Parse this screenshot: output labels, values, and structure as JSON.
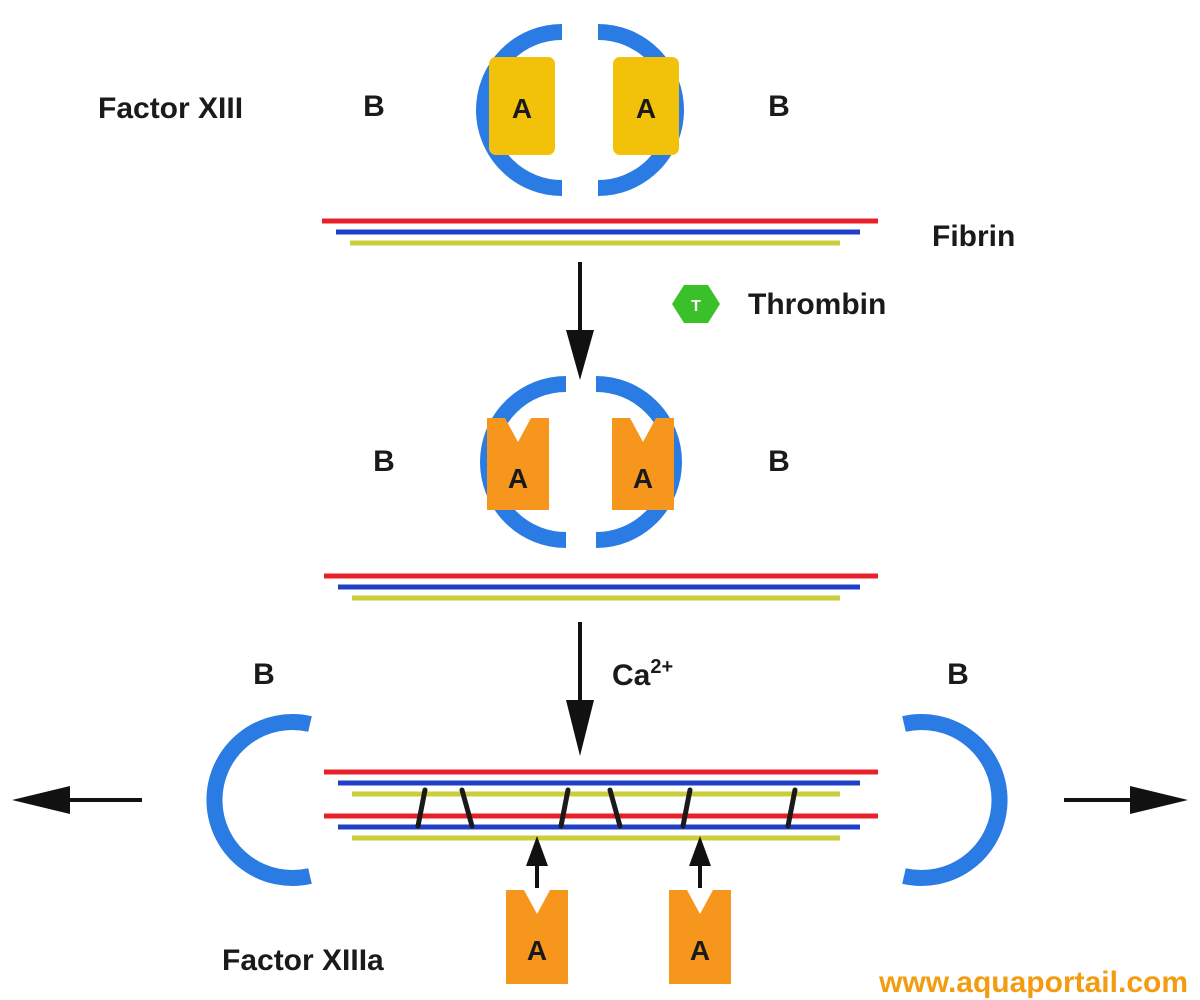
{
  "labels": {
    "factor_xiii": "Factor XIII",
    "fibrin": "Fibrin",
    "thrombin": "Thrombin",
    "thrombin_badge": "T",
    "calcium": "Ca",
    "calcium_charge": "2+",
    "factor_xiiia": "Factor XIIIa",
    "subunit_b": "B",
    "subunit_a": "A"
  },
  "watermark": "www.aquaportail.com",
  "colors": {
    "subunit_b": "#2a7be4",
    "subunit_a_inactive": "#f2c20a",
    "subunit_a_active": "#f6961c",
    "fibrin_red": "#e8202a",
    "fibrin_blue": "#1f3fc8",
    "fibrin_olive": "#c8cf3a",
    "thrombin": "#3cc02a",
    "crosslink": "#1a1a1a",
    "arrow": "#111111",
    "watermark": "#f39c12"
  }
}
